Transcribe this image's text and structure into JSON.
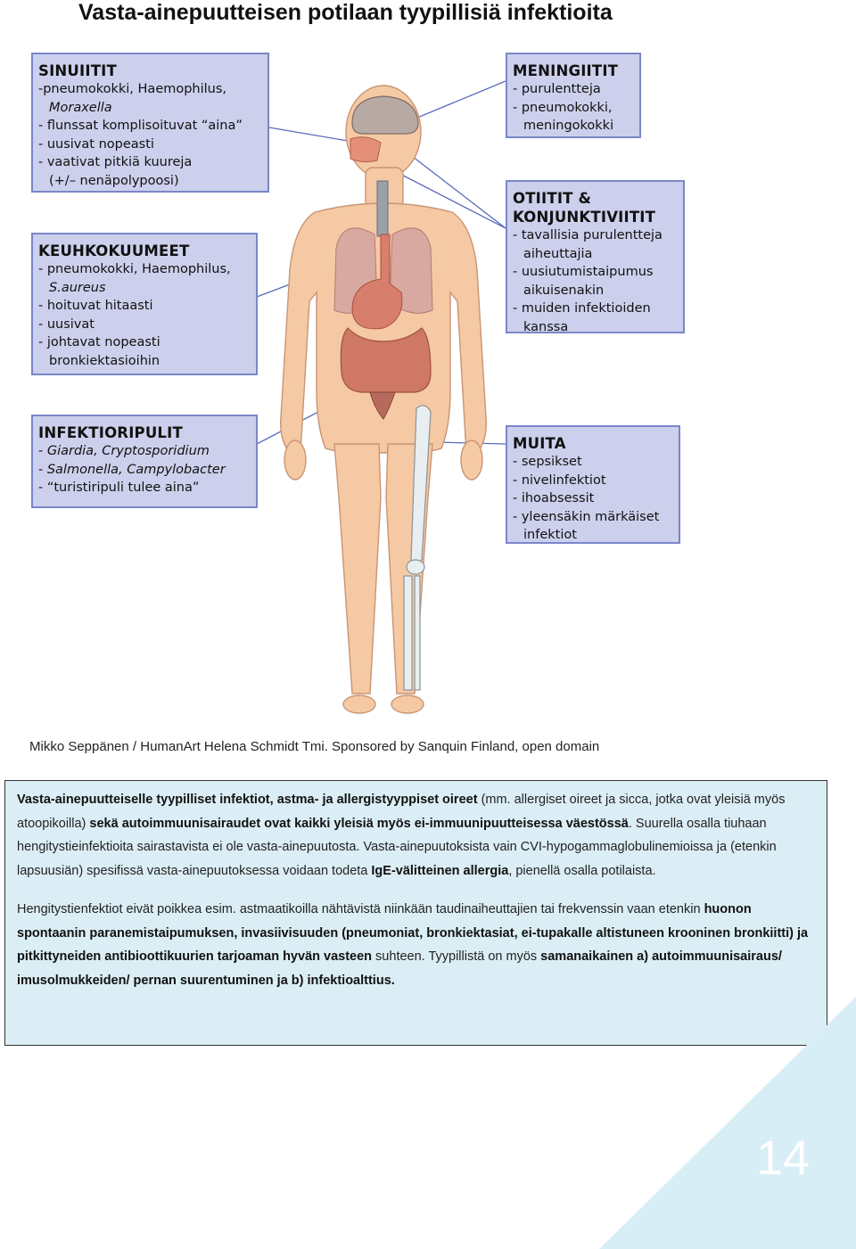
{
  "title": "Vasta-ainepuutteisen potilaan tyypillisiä infektioita",
  "boxes": {
    "sinuiitit": {
      "title": "SINUIITIT",
      "lines": [
        "-pneumokokki, Haemophilus,",
        "Moraxella",
        "- flunssat komplisoituvat “aina”",
        "- uusivat nopeasti",
        "- vaativat pitkiä kuureja",
        "(+/– nenäpolypoosi)"
      ]
    },
    "keuhkokuumeet": {
      "title": "KEUHKOKUUMEET",
      "lines": [
        "- pneumokokki, Haemophilus,",
        "S.aureus",
        "- hoituvat hitaasti",
        "- uusivat",
        "- johtavat nopeasti",
        "bronkiektasioihin"
      ]
    },
    "infektioripulit": {
      "title": "INFEKTIORIPULIT",
      "lines": [
        "- Giardia, Cryptosporidium",
        "- Salmonella, Campylobacter",
        "- “turistiripuli tulee aina”"
      ]
    },
    "meningiitit": {
      "title": "MENINGIITIT",
      "lines": [
        "- purulentteja",
        "- pneumokokki,",
        "meningokokki"
      ]
    },
    "otiitit": {
      "title1": "OTIITIT &",
      "title2": "KONJUNKTIVIITIT",
      "lines": [
        "- tavallisia purulentteja",
        "aiheuttajia",
        "- uusiutumistaipumus",
        "aikuisenakin",
        "- muiden infektioiden",
        "kanssa"
      ]
    },
    "muita": {
      "title": "MUITA",
      "lines": [
        "- sepsikset",
        "- nivelinfektiot",
        "- ihoabsessit",
        "- yleensäkin märkäiset",
        "infektiot"
      ]
    }
  },
  "credit": "Mikko Seppänen / HumanArt Helena Schmidt Tmi. Sponsored by Sanquin Finland, open domain",
  "paragraph1": {
    "b1": "Vasta-ainepuutteiselle tyypilliset infektiot, astma- ja allergistyyppiset oireet",
    "t1": " (mm. allergiset oireet ja sicca, jotka ovat yleisiä myös atoopikoilla) ",
    "b2": "sekä autoimmuunisairaudet ovat kaikki yleisiä myös ei-immuunipuutteisessa väestössä",
    "t2": ". Suurella osalla tiuhaan hengitystieinfektioita sairastavista ei ole vasta-ainepuutosta. Vasta-ainepuutoksista vain CVI-hypogammaglobulinemioissa ja (etenkin lapsuusiän) spesifissä vasta-ainepuutoksessa voidaan todeta ",
    "b3": "IgE-välitteinen allergia",
    "t3": ", pienellä osalla potilaista."
  },
  "paragraph2": {
    "t1": "Hengitystienfektiot eivät poikkea esim. astmaatikoilla nähtävistä niinkään taudinaiheuttajien tai frekvenssin vaan etenkin ",
    "b1": "huonon spontaanin paranemistaipumuksen, invasiivisuuden (pneumoniat, bronkiektasiat, ei-tupakalle altistuneen krooninen bronkiitti) ja pitkittyneiden antibioottikuurien tarjoaman hyvän vasteen",
    "t2": " suhteen. Tyypillistä on myös ",
    "b2": "samanaikainen a) autoimmuunisairaus/ imusolmukkeiden/ pernan suurentuminen ja b) infektioalttius."
  },
  "page_number": "14",
  "colors": {
    "box_fill": "#cdd0ec",
    "box_border": "#7a86c9",
    "text_panel": "#dbeef5",
    "corner": "#d8eef6",
    "skin": "#f4c9a4"
  }
}
